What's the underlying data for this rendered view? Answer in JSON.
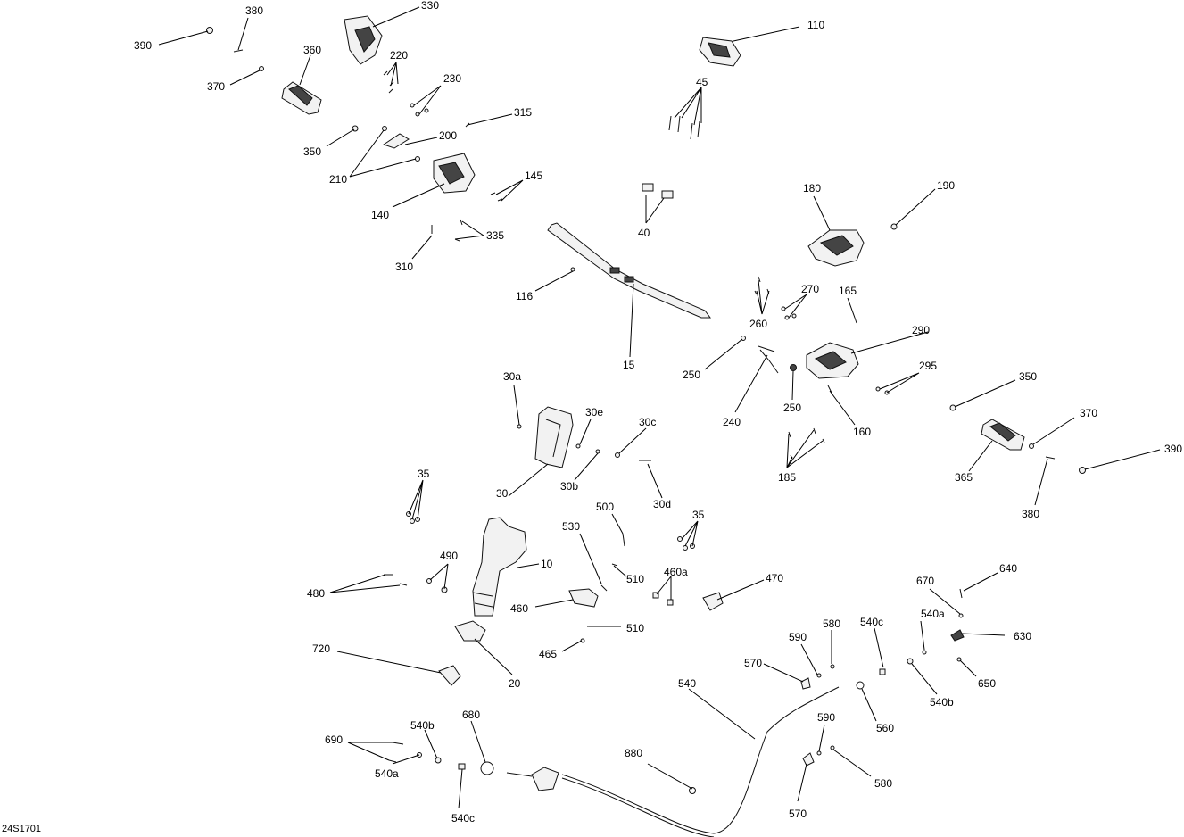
{
  "diagram_code": "24S1701",
  "callouts": [
    {
      "id": "c390a",
      "label": "390"
    },
    {
      "id": "c380a",
      "label": "380"
    },
    {
      "id": "c330",
      "label": "330"
    },
    {
      "id": "c360",
      "label": "360"
    },
    {
      "id": "c370a",
      "label": "370"
    },
    {
      "id": "c220",
      "label": "220"
    },
    {
      "id": "c230",
      "label": "230"
    },
    {
      "id": "c315",
      "label": "315"
    },
    {
      "id": "c350a",
      "label": "350"
    },
    {
      "id": "c200",
      "label": "200"
    },
    {
      "id": "c210",
      "label": "210"
    },
    {
      "id": "c145",
      "label": "145"
    },
    {
      "id": "c140",
      "label": "140"
    },
    {
      "id": "c335",
      "label": "335"
    },
    {
      "id": "c310",
      "label": "310"
    },
    {
      "id": "c110",
      "label": "110"
    },
    {
      "id": "c45",
      "label": "45"
    },
    {
      "id": "c40",
      "label": "40"
    },
    {
      "id": "c180",
      "label": "180"
    },
    {
      "id": "c190",
      "label": "190"
    },
    {
      "id": "c116",
      "label": "116"
    },
    {
      "id": "c15",
      "label": "15"
    },
    {
      "id": "c270",
      "label": "270"
    },
    {
      "id": "c260",
      "label": "260"
    },
    {
      "id": "c165",
      "label": "165"
    },
    {
      "id": "c290",
      "label": "290"
    },
    {
      "id": "c250a",
      "label": "250"
    },
    {
      "id": "c250b",
      "label": "250"
    },
    {
      "id": "c240",
      "label": "240"
    },
    {
      "id": "c295",
      "label": "295"
    },
    {
      "id": "c160",
      "label": "160"
    },
    {
      "id": "c350b",
      "label": "350"
    },
    {
      "id": "c370b",
      "label": "370"
    },
    {
      "id": "c390b",
      "label": "390"
    },
    {
      "id": "c365",
      "label": "365"
    },
    {
      "id": "c380b",
      "label": "380"
    },
    {
      "id": "c185",
      "label": "185"
    },
    {
      "id": "c30a",
      "label": "30a"
    },
    {
      "id": "c30e",
      "label": "30e"
    },
    {
      "id": "c30c",
      "label": "30c"
    },
    {
      "id": "c30b",
      "label": "30b"
    },
    {
      "id": "c30d",
      "label": "30d"
    },
    {
      "id": "c30",
      "label": "30"
    },
    {
      "id": "c35a",
      "label": "35"
    },
    {
      "id": "c500",
      "label": "500"
    },
    {
      "id": "c35b",
      "label": "35"
    },
    {
      "id": "c530",
      "label": "530"
    },
    {
      "id": "c10",
      "label": "10"
    },
    {
      "id": "c490",
      "label": "490"
    },
    {
      "id": "c510a",
      "label": "510"
    },
    {
      "id": "c460a",
      "label": "460a"
    },
    {
      "id": "c470",
      "label": "470"
    },
    {
      "id": "c480",
      "label": "480"
    },
    {
      "id": "c460",
      "label": "460"
    },
    {
      "id": "c510b",
      "label": "510"
    },
    {
      "id": "c465",
      "label": "465"
    },
    {
      "id": "c720",
      "label": "720"
    },
    {
      "id": "c20",
      "label": "20"
    },
    {
      "id": "c640",
      "label": "640"
    },
    {
      "id": "c670",
      "label": "670"
    },
    {
      "id": "c540a_r",
      "label": "540a"
    },
    {
      "id": "c630",
      "label": "630"
    },
    {
      "id": "c580a",
      "label": "580"
    },
    {
      "id": "c590a",
      "label": "590"
    },
    {
      "id": "c540c_r",
      "label": "540c"
    },
    {
      "id": "c570a",
      "label": "570"
    },
    {
      "id": "c650",
      "label": "650"
    },
    {
      "id": "c540b_r",
      "label": "540b"
    },
    {
      "id": "c540",
      "label": "540"
    },
    {
      "id": "c560",
      "label": "560"
    },
    {
      "id": "c590b",
      "label": "590"
    },
    {
      "id": "c580b",
      "label": "580"
    },
    {
      "id": "c570b",
      "label": "570"
    },
    {
      "id": "c680",
      "label": "680"
    },
    {
      "id": "c540b_l",
      "label": "540b"
    },
    {
      "id": "c690",
      "label": "690"
    },
    {
      "id": "c880",
      "label": "880"
    },
    {
      "id": "c540a_l",
      "label": "540a"
    },
    {
      "id": "c540c_l",
      "label": "540c"
    }
  ]
}
